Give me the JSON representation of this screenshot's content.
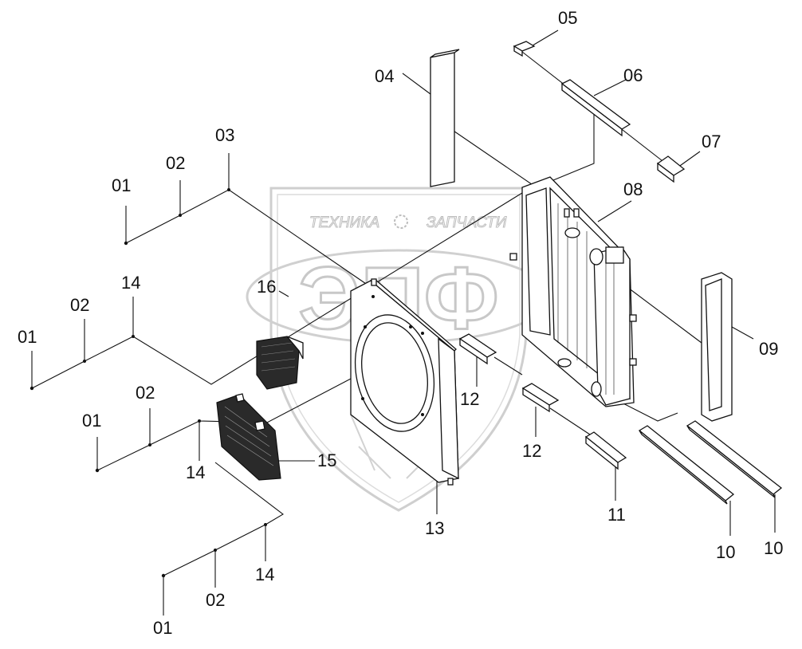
{
  "watermark": {
    "brand_left": "ТЕХНИКА",
    "brand_right": "ЗАПЧАСТИ",
    "letters": "ЭПФ",
    "color": "#c8c8c8"
  },
  "callouts": {
    "c01a": "01",
    "c02a": "02",
    "c03": "03",
    "c04": "04",
    "c05": "05",
    "c06": "06",
    "c07": "07",
    "c08": "08",
    "c09": "09",
    "c01b": "01",
    "c02b": "02",
    "c14a": "14",
    "c16": "16",
    "c01c": "01",
    "c02c": "02",
    "c14b": "14",
    "c15": "15",
    "c12a": "12",
    "c12b": "12",
    "c13": "13",
    "c11": "11",
    "c10a": "10",
    "c10b": "10",
    "c14c": "14",
    "c02d": "02",
    "c01d": "01"
  }
}
